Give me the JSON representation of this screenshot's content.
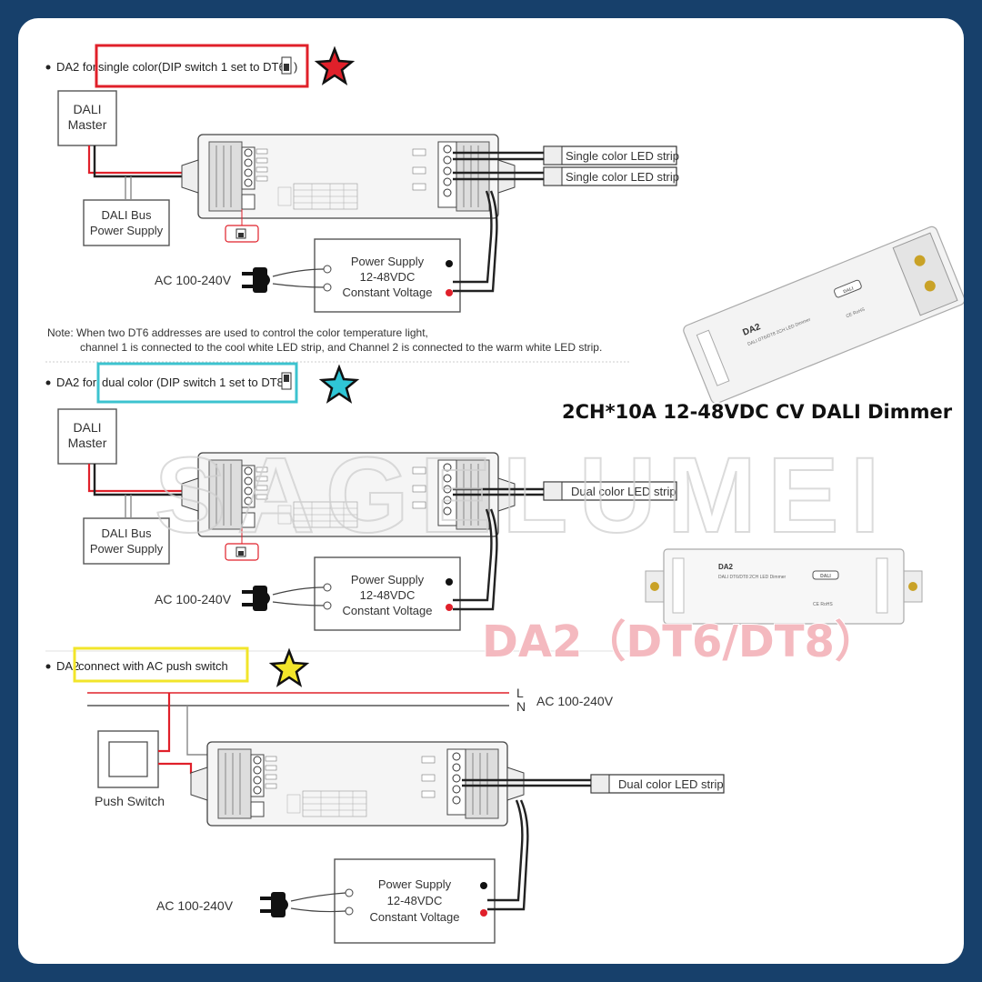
{
  "sections": [
    {
      "bullet_prefix": "DA2 for ",
      "highlight_text": "single color(DIP switch 1 set to DT6",
      "suffix": ")",
      "highlight_color": "#e0202a",
      "star_color": "#e0202a",
      "dali_master": [
        "DALI",
        "Master"
      ],
      "dali_bus": [
        "DALI Bus",
        "Power Supply"
      ],
      "ac_label": "AC 100-240V",
      "psu": [
        "Power Supply",
        "12-48VDC",
        "Constant Voltage"
      ],
      "strips": [
        "Single color LED strip",
        "Single color LED strip"
      ]
    },
    {
      "bullet_prefix": "DA2 for ",
      "highlight_text": "dual color (DIP switch 1 set to DT8",
      "suffix": "",
      "highlight_color": "#3cc3cf",
      "star_color": "#2fc6d6",
      "dali_master": [
        "DALI",
        "Master"
      ],
      "dali_bus": [
        "DALI Bus",
        "Power Supply"
      ],
      "ac_label": "AC 100-240V",
      "psu": [
        "Power Supply",
        "12-48VDC",
        "Constant Voltage"
      ],
      "strips": [
        "Dual color LED strip"
      ]
    },
    {
      "bullet_prefix": "DA2 ",
      "highlight_text": "connect with AC push switch",
      "suffix": "",
      "highlight_color": "#f2e52a",
      "star_color": "#f2e52a",
      "push_switch": "Push  Switch",
      "line_l": "L",
      "line_n": "N",
      "ac_top": "AC 100-240V",
      "ac_label": "AC 100-240V",
      "psu": [
        "Power Supply",
        "12-48VDC",
        "Constant Voltage"
      ],
      "strips": [
        "Dual color LED strip"
      ]
    }
  ],
  "note": {
    "line1": "Note: When two DT6 addresses are used to control the color temperature light,",
    "line2": "channel 1 is connected to the cool white LED strip, and Channel 2 is connected to the warm white LED strip."
  },
  "product": {
    "title": "2CH*10A 12-48VDC CV DALI Dimmer",
    "model": "DA2",
    "subtitle": "DALI DT6/DT8 2CH LED Dimmer",
    "dali_badge": "DALI",
    "cert": "CE RoHS"
  },
  "brand": "DA2（DT6/DT8）",
  "watermark": "SAGELUMEI",
  "colors": {
    "background": "#17406b",
    "red": "#e0202a",
    "cyan": "#3cc3cf",
    "yellow": "#f2e52a",
    "brand_pink": "#f4b9bf"
  }
}
